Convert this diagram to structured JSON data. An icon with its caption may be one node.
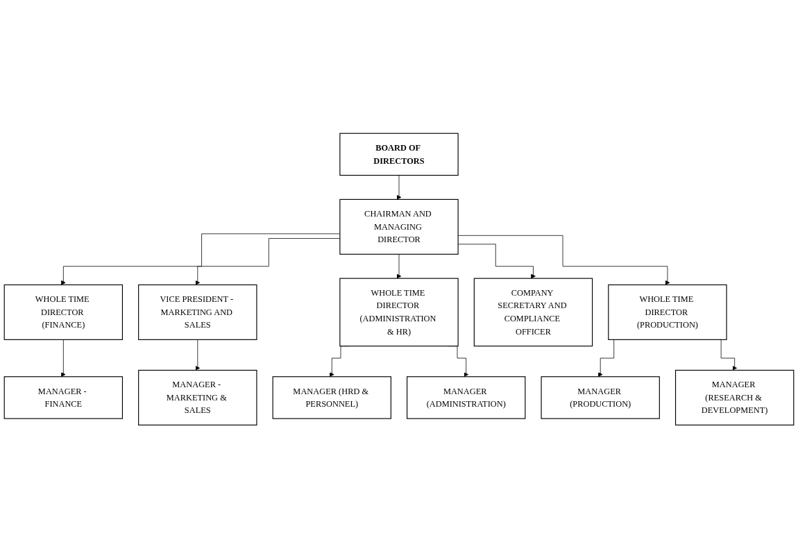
{
  "diagram": {
    "nodes": [
      {
        "text": [
          "BOARD OF DIRECTORS"
        ]
      },
      {
        "text": [
          "CHAIRMAN AND MANAGING DIRECTOR"
        ]
      },
      {
        "text": [
          "WHOLE TIME DIRECTOR (FINANCE)"
        ]
      },
      {
        "text": [
          "WHOLE TIME DIRECTOR (ADMINISTRATION & HR)"
        ]
      },
      {
        "text": [
          "WHOLE TIME DIRECTOR (PRODUCTION)"
        ]
      },
      {
        "text": [
          "MANAGER - FINANCE"
        ]
      },
      {
        "text": [
          "COMPANY SECRETARY AND COMPLIANCE OFFICER"
        ]
      },
      {
        "text": [
          "MANAGER (HRD & PERSONNEL)"
        ]
      },
      {
        "text": [
          "MANAGER (PRODUCTION)"
        ]
      },
      {
        "text": [
          "VICE PRESIDENT - MARKETING AND SALES"
        ]
      },
      {
        "text": [
          "MANAGER (ADMINISTRATION)"
        ]
      },
      {
        "text": [
          "MANAGER (RESEARCH & DEVELOPMENT)"
        ]
      },
      {
        "text": [
          "MANAGER - MARKETING & SALES"
        ]
      }
    ],
    "edges": [
      {
        "from": 0,
        "to": 1,
        "arrow": "to"
      },
      {
        "from": 1,
        "to": 2,
        "arrow": "to"
      },
      {
        "from": 1,
        "to": 6,
        "arrow": "to"
      },
      {
        "from": 1,
        "to": 9,
        "arrow": "to"
      },
      {
        "from": 1,
        "to": 3,
        "arrow": "to"
      },
      {
        "from": 1,
        "to": 4,
        "arrow": "to"
      },
      {
        "from": 2,
        "to": 5,
        "arrow": "to"
      },
      {
        "from": 3,
        "to": 7,
        "arrow": "to"
      },
      {
        "from": 3,
        "to": 10,
        "arrow": "to"
      },
      {
        "from": 4,
        "to": 8,
        "arrow": "to"
      },
      {
        "from": 4,
        "to": 11,
        "arrow": "to"
      },
      {
        "from": 9,
        "to": 12,
        "arrow": "to"
      }
    ]
  }
}
